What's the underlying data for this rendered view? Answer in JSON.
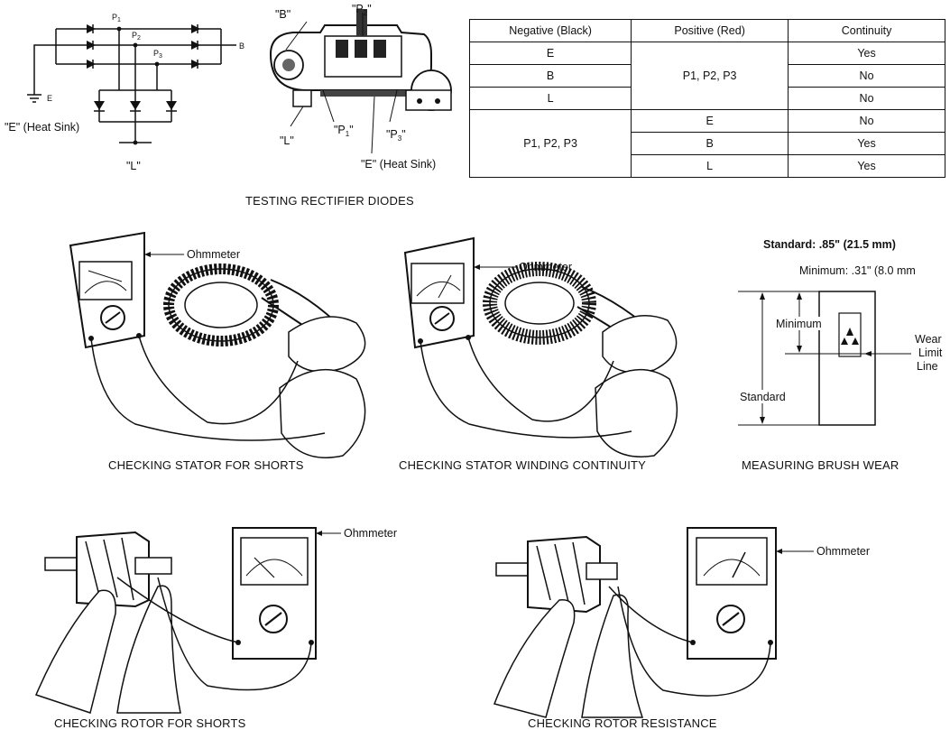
{
  "circuit": {
    "p1": "P",
    "p1_sub": "1",
    "p2": "P",
    "p2_sub": "2",
    "p3": "P",
    "p3_sub": "3",
    "b": "B",
    "e": "E",
    "heat_sink": "\"E\" (Heat Sink)",
    "l": "\"L\""
  },
  "rectifier": {
    "b_label": "\"B\"",
    "p2_label": "\"P",
    "p2_sub": "2",
    "p1_label": "\"P",
    "p1_sub": "1",
    "p3_label": "\"P",
    "p3_sub": "3",
    "quote": "\"",
    "l_label": "\"L\"",
    "heat_sink": "\"E\" (Heat Sink)",
    "caption": "TESTING RECTIFIER DIODES"
  },
  "table": {
    "headers": [
      "Negative (Black)",
      "Positive (Red)",
      "Continuity"
    ],
    "group1": {
      "positive": "P1, P2, P3",
      "rows": [
        [
          "E",
          "Yes"
        ],
        [
          "B",
          "No"
        ],
        [
          "L",
          "No"
        ]
      ]
    },
    "group2": {
      "negative": "P1, P2, P3",
      "rows": [
        [
          "E",
          "No"
        ],
        [
          "B",
          "Yes"
        ],
        [
          "L",
          "Yes"
        ]
      ]
    }
  },
  "stator_shorts": {
    "meter_label": "Ohmmeter",
    "caption": "CHECKING STATOR FOR SHORTS"
  },
  "stator_continuity": {
    "meter_label": "Ohmmeter",
    "caption": "CHECKING STATOR WINDING CONTINUITY"
  },
  "brush": {
    "standard": "Standard: .85\" (21.5 mm)",
    "minimum": "Minimum: .31\" (8.0 mm",
    "minimum_arrow": "Minimum",
    "standard_arrow": "Standard",
    "wear": "Wear",
    "limit": "Limit",
    "line": "Line",
    "caption": "MEASURING BRUSH WEAR"
  },
  "rotor_shorts": {
    "meter_label": "Ohmmeter",
    "caption": "CHECKING ROTOR FOR SHORTS"
  },
  "rotor_resistance": {
    "meter_label": "Ohmmeter",
    "caption": "CHECKING ROTOR RESISTANCE"
  }
}
